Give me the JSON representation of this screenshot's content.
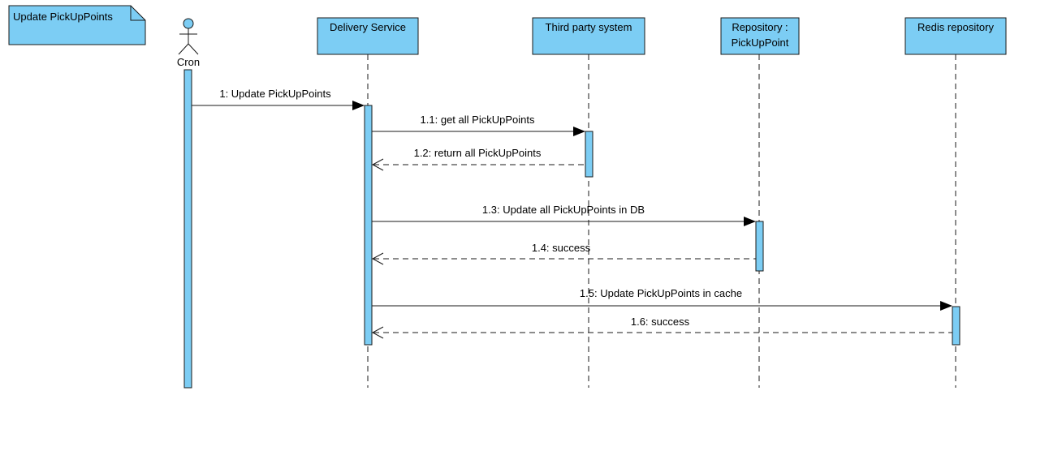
{
  "frame": {
    "title": "Update PickUpPoints"
  },
  "actor": {
    "name": "Cron"
  },
  "participants": [
    {
      "id": "delivery",
      "lines": [
        "Delivery Service"
      ]
    },
    {
      "id": "third",
      "lines": [
        "Third party system"
      ]
    },
    {
      "id": "repo",
      "lines": [
        "Repository :",
        "PickUpPoint"
      ]
    },
    {
      "id": "redis",
      "lines": [
        "Redis repository"
      ]
    }
  ],
  "messages": [
    {
      "id": "m1",
      "label": "1: Update PickUpPoints",
      "from": "cron",
      "to": "delivery",
      "kind": "sync"
    },
    {
      "id": "m11",
      "label": "1.1: get all PickUpPoints",
      "from": "delivery",
      "to": "third",
      "kind": "sync"
    },
    {
      "id": "m12",
      "label": "1.2: return all PickUpPoints",
      "from": "third",
      "to": "delivery",
      "kind": "return"
    },
    {
      "id": "m13",
      "label": "1.3: Update all PickUpPoints in DB",
      "from": "delivery",
      "to": "repo",
      "kind": "sync"
    },
    {
      "id": "m14",
      "label": "1.4: success",
      "from": "repo",
      "to": "delivery",
      "kind": "return"
    },
    {
      "id": "m15",
      "label": "1.5: Update PickUpPoints in cache",
      "from": "delivery",
      "to": "redis",
      "kind": "sync"
    },
    {
      "id": "m16",
      "label": "1.6: success",
      "from": "redis",
      "to": "delivery",
      "kind": "return"
    }
  ],
  "colors": {
    "fill": "#7ccdf4",
    "stroke": "#1a1a1a"
  }
}
